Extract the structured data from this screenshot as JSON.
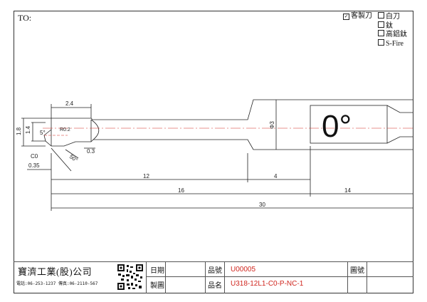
{
  "header": {
    "to_label": "TO:",
    "coating_options": [
      {
        "label": "客製刀",
        "checked": true
      },
      {
        "label": "白刀",
        "checked": false
      },
      {
        "label": "鈦",
        "checked": false
      },
      {
        "label": "高鋁鈦",
        "checked": false
      },
      {
        "label": "S-Fire",
        "checked": false
      }
    ]
  },
  "drawing": {
    "dimensions": {
      "d_2_4": "2.4",
      "d_1_8": "1.8",
      "d_1_4": "1.4",
      "d_5deg": "5°",
      "d_r": "R0.2",
      "d_c0": "C0",
      "d_50deg": "50°",
      "d_0_3": "0.3",
      "d_0_35": "0.35",
      "d_phi3": "Φ3",
      "d_12": "12",
      "d_4": "4",
      "d_16": "16",
      "d_14": "14",
      "d_30": "30"
    },
    "shank_angle": "0°"
  },
  "title_block": {
    "company": "寶濟工業(股)公司",
    "contact": "電話:06-253-1237 傳真:06-2110-567",
    "date_label": "日期",
    "drawer_label": "製圖",
    "part_no_label": "品號",
    "part_no": "U00005",
    "part_name_label": "品名",
    "part_name": "U318-12L1-C0-P-NC-1",
    "drawing_no_label": "圖號"
  }
}
